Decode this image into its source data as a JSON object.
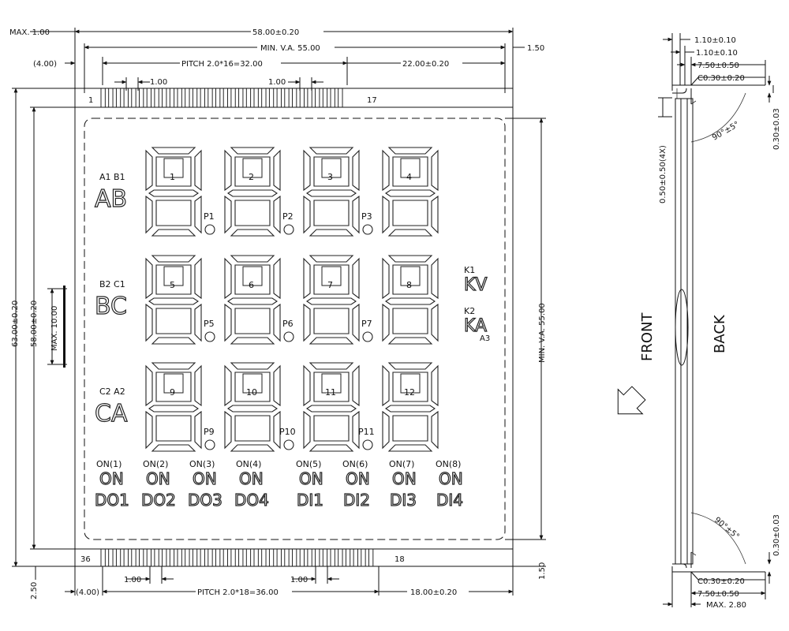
{
  "front_view": {
    "dims": {
      "max_1_00": "MAX. 1.00",
      "width_58": "58.00±0.20",
      "right_1_50": "1.50",
      "min_va_55_h": "MIN. V.A. 55.00",
      "left_4_00": "(4.00)",
      "pitch_top": "PITCH 2.0*16=32.00",
      "right_22": "22.00±0.20",
      "pin_1_00_a": "1.00",
      "pin_1_00_b": "1.00",
      "height_63": "63.00±0.20",
      "height_58": "58.00±0.20",
      "max_10": "MAX. 10.00",
      "min_va_55_v": "MIN. V.A. 55.00",
      "bottom_2_50": "2.50",
      "bottom_4_00": "(4.00)",
      "pitch_bottom": "PITCH 2.0*18=36.00",
      "bottom_1_00_a": "1.00",
      "bottom_1_00_b": "1.00",
      "right_18": "18.00±0.20",
      "bottom_1_50": "1.50"
    },
    "pins": {
      "top_first": "1",
      "top_last": "17",
      "bottom_first": "36",
      "bottom_last": "18"
    },
    "rows": [
      {
        "labels_small": "A1  B1",
        "big": "AB",
        "digits": [
          "1",
          "2",
          "3",
          "4"
        ],
        "points": [
          "P1",
          "P2",
          "P3"
        ]
      },
      {
        "labels_small": "B2  C1",
        "big": "BC",
        "digits": [
          "5",
          "6",
          "7",
          "8"
        ],
        "points": [
          "P5",
          "P6",
          "P7"
        ]
      },
      {
        "labels_small": "C2  A2",
        "big": "CA",
        "digits": [
          "9",
          "10",
          "11",
          "12"
        ],
        "points": [
          "P9",
          "P10",
          "P11"
        ]
      }
    ],
    "right_symbols": {
      "k1": "K1",
      "kv": "KV",
      "k2": "K2",
      "ka": "KA",
      "a3": "A3"
    },
    "status": [
      {
        "small": "ON(1)",
        "on": "ON",
        "label": "DO1"
      },
      {
        "small": "ON(2)",
        "on": "ON",
        "label": "DO2"
      },
      {
        "small": "ON(3)",
        "on": "ON",
        "label": "DO3"
      },
      {
        "small": "ON(4)",
        "on": "ON",
        "label": "DO4"
      },
      {
        "small": "ON(5)",
        "on": "ON",
        "label": "DI1"
      },
      {
        "small": "ON(6)",
        "on": "ON",
        "label": "DI2"
      },
      {
        "small": "ON(7)",
        "on": "ON",
        "label": "DI3"
      },
      {
        "small": "ON(8)",
        "on": "ON",
        "label": "DI4"
      }
    ]
  },
  "side_view": {
    "dims": {
      "t1": "1.10±0.10",
      "t2": "1.10±0.10",
      "t3": "7.50±0.50",
      "c_top": "C0.30±0.20",
      "ang_top": "90°±5°",
      "right_top": "0.30±0.03",
      "left_v": "0.50±0.50(4X)",
      "ang_bot": "90°±5°",
      "right_bot": "0.30±0.03",
      "c_bot": "C0.30±0.20",
      "b1": "7.50±0.50",
      "b2": "MAX. 2.80"
    },
    "front": "FRONT",
    "back": "BACK"
  }
}
